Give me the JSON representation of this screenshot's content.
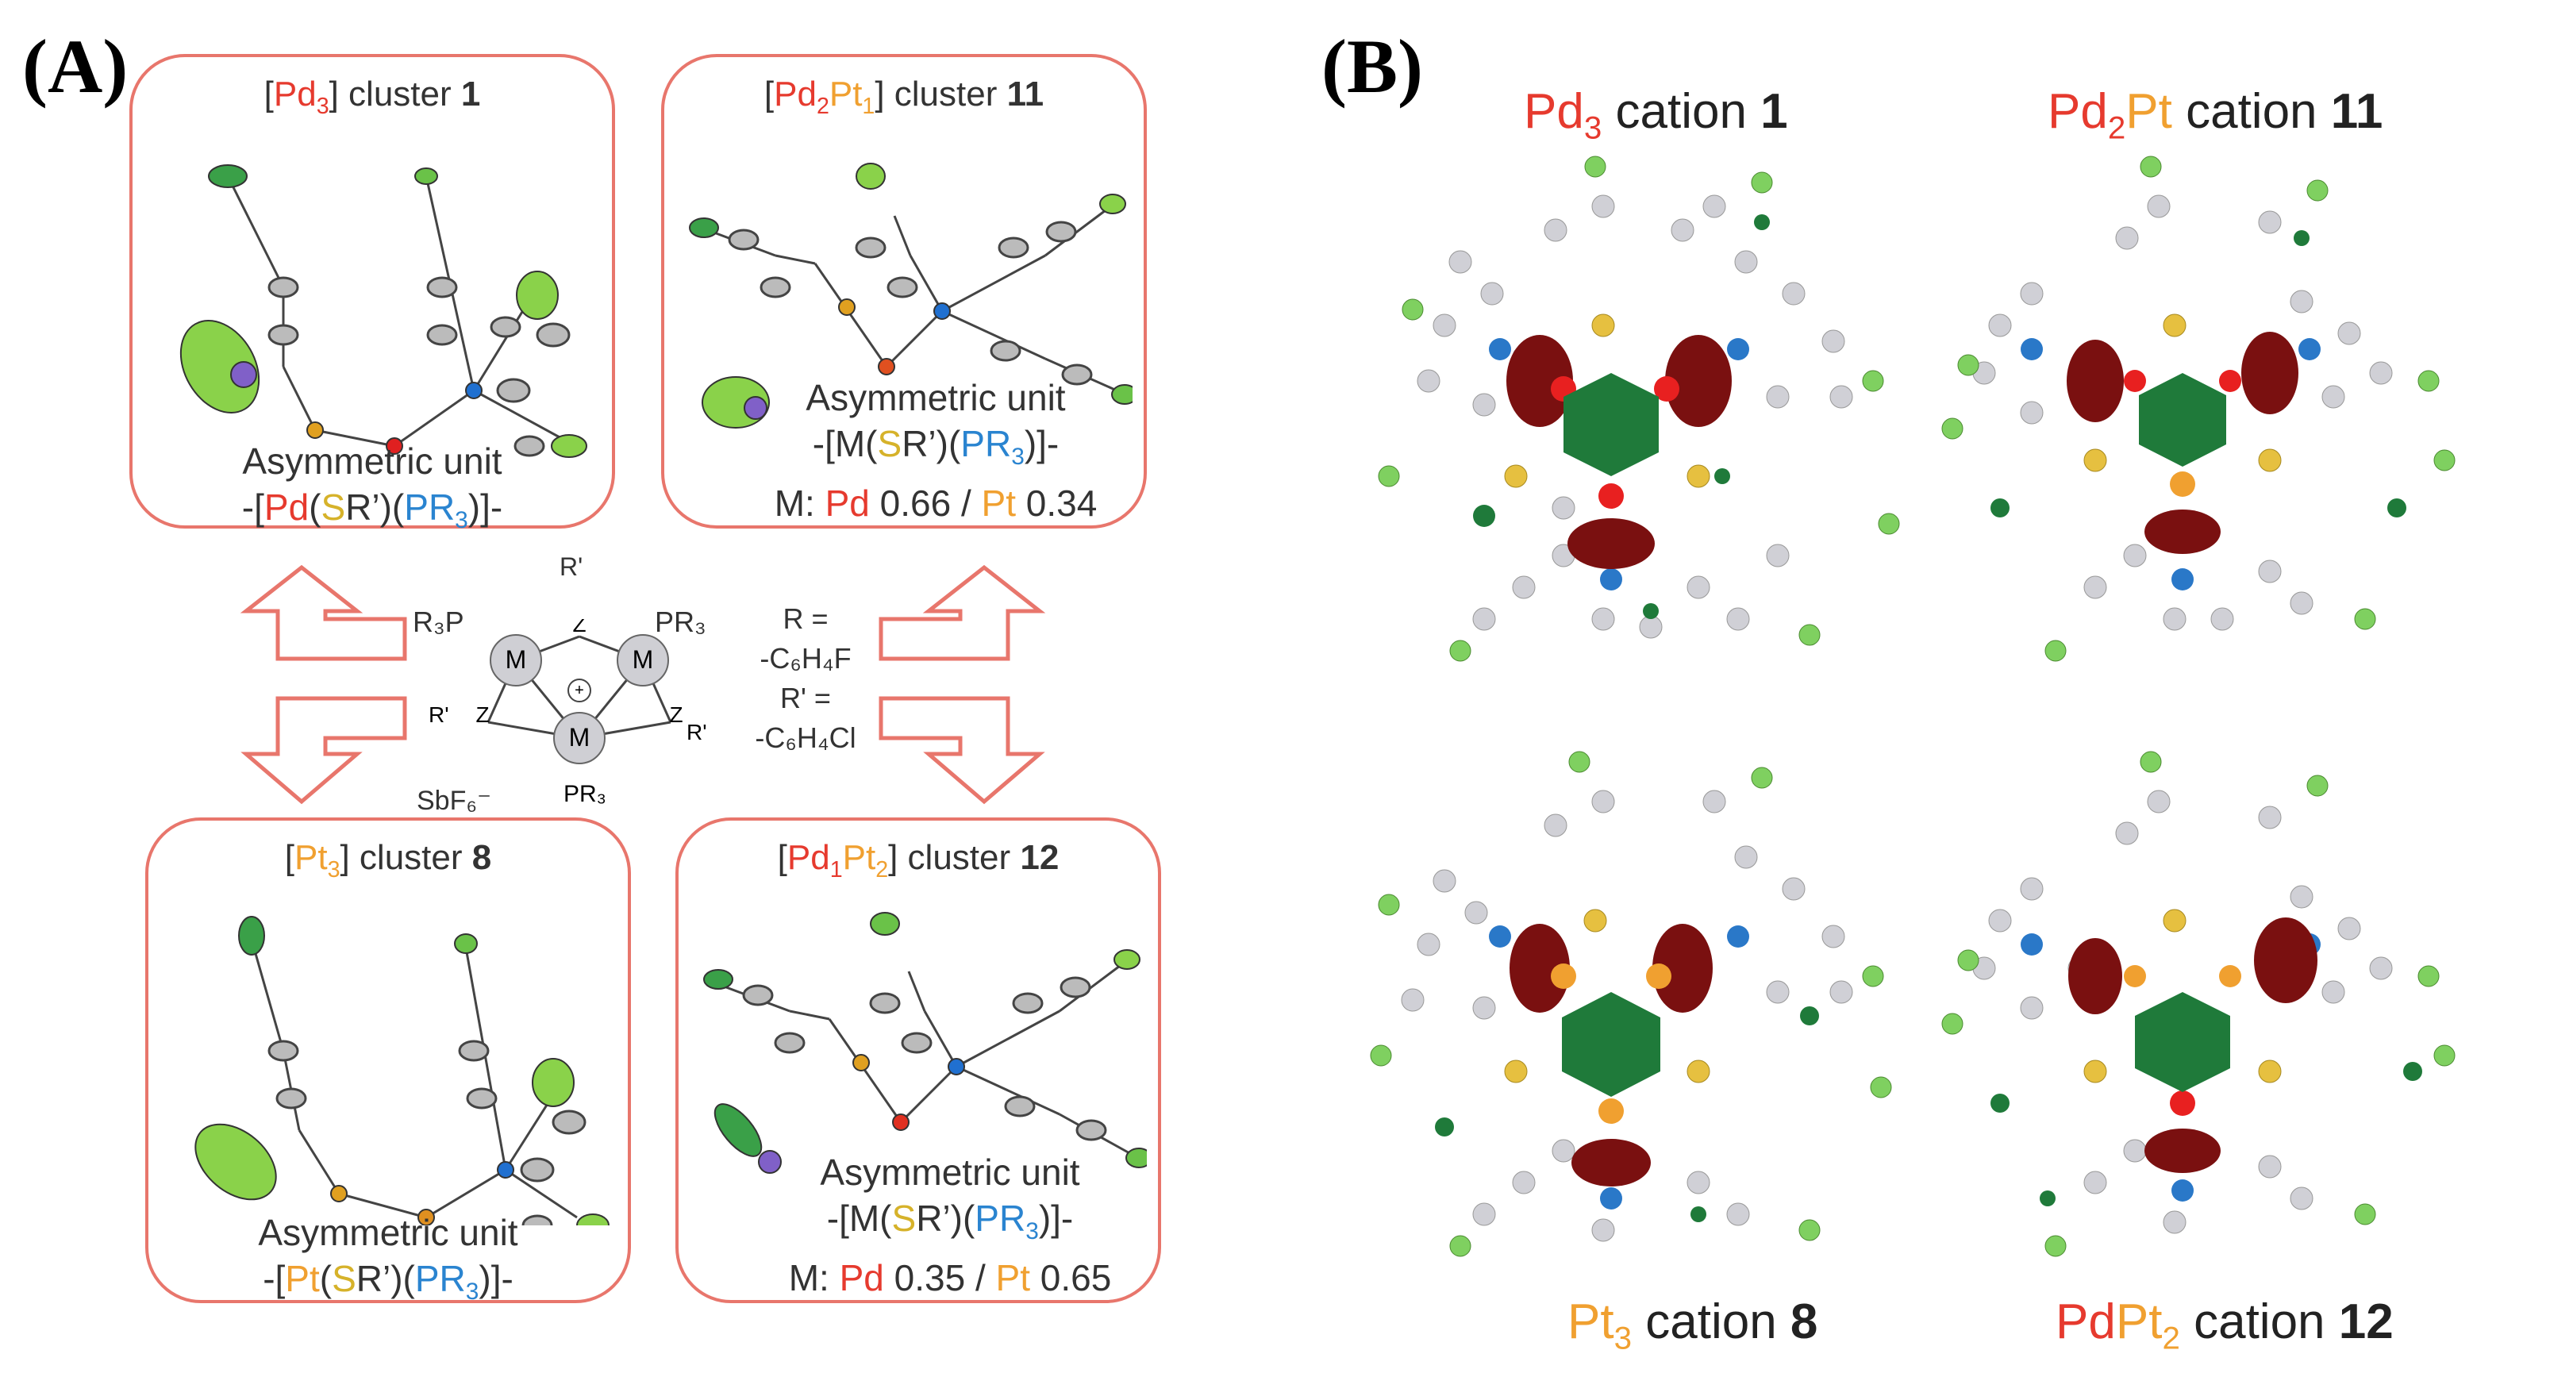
{
  "panel_a_label": "(A)",
  "panel_b_label": "(B)",
  "box_tl": {
    "title_pre": "[",
    "title_m": "Pd",
    "title_sub": "3",
    "title_post": "] cluster ",
    "title_num": "1",
    "unit_label": "Asymmetric unit",
    "formula_pre": "-[",
    "formula_m": "Pd",
    "formula_s1": "(",
    "formula_s": "S",
    "formula_r": "R’)(",
    "formula_p": "P",
    "formula_end": "R",
    "formula_sub": "3",
    "formula_close": ")]-"
  },
  "box_tr": {
    "title_pre": "[",
    "title_m1": "Pd",
    "title_sub1": "2",
    "title_m2": "Pt",
    "title_sub2": "1",
    "title_post": "] cluster ",
    "title_num": "11",
    "unit_label": "Asymmetric unit",
    "formula": "-[M(SR’)(PR3)]-",
    "ratio_label": "M: ",
    "ratio_pd": "Pd",
    "ratio_pd_val": " 0.66 / ",
    "ratio_pt": "Pt",
    "ratio_pt_val": " 0.34"
  },
  "box_bl": {
    "title_pre": "[",
    "title_m": "Pt",
    "title_sub": "3",
    "title_post": "] cluster ",
    "title_num": "8",
    "unit_label": "Asymmetric unit"
  },
  "box_br": {
    "title_pre": "[",
    "title_m1": "Pd",
    "title_sub1": "1",
    "title_m2": "Pt",
    "title_sub2": "2",
    "title_post": "] cluster ",
    "title_num": "12",
    "unit_label": "Asymmetric unit",
    "ratio_label": "M: ",
    "ratio_pd": "Pd",
    "ratio_pd_val": " 0.35 / ",
    "ratio_pt": "Pt",
    "ratio_pt_val": " 0.65"
  },
  "center": {
    "r3p": "R₃P",
    "pr3_right": "PR₃",
    "pr3_bottom": "PR₃",
    "r_prime": "R'",
    "z": "Z",
    "m": "M",
    "sbf6": "SbF₆⁻",
    "r_eq": "R =",
    "r_val": "-C₆H₄F",
    "rp_eq": "R' =",
    "rp_val": "-C₆H₄Cl"
  },
  "captions": {
    "c1_m": "Pd",
    "c1_sub": "3",
    "c1_text": " cation ",
    "c1_num": "1",
    "c11_m1": "Pd",
    "c11_sub": "2",
    "c11_m2": "Pt",
    "c11_text": " cation ",
    "c11_num": "11",
    "c8_m": "Pt",
    "c8_sub": "3",
    "c8_text": " cation ",
    "c8_num": "8",
    "c12_m1": "Pd",
    "c12_m2": "Pt",
    "c12_sub": "2",
    "c12_text": " cation ",
    "c12_num": "12"
  },
  "colors": {
    "box_border": "#e8766c",
    "pd": "#e63a2e",
    "pt": "#f0a030",
    "s": "#d6b22a",
    "p": "#2a84d0",
    "orbital_green": "#1f7a3a",
    "orbital_red": "#7a1010",
    "atom_gray": "#c8c8cc",
    "cl_green": "#8ad24a"
  }
}
